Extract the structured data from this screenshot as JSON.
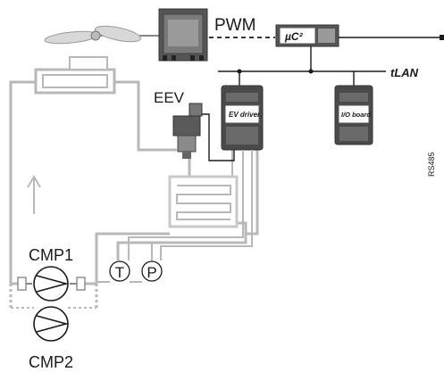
{
  "labels": {
    "pwm": "PWM",
    "uc2": "µC²",
    "tlan": "tLAN",
    "eev": "EEV",
    "ev_driver": "EV driver",
    "io_board": "I/O board",
    "rs485": "RS485",
    "sensor_t": "T",
    "sensor_p": "P",
    "cmp1": "CMP1",
    "cmp2": "CMP2"
  },
  "colors": {
    "pipe": "#b8b8b8",
    "wire": "#1a1a1a",
    "device_body": "#4a4a4a"
  }
}
